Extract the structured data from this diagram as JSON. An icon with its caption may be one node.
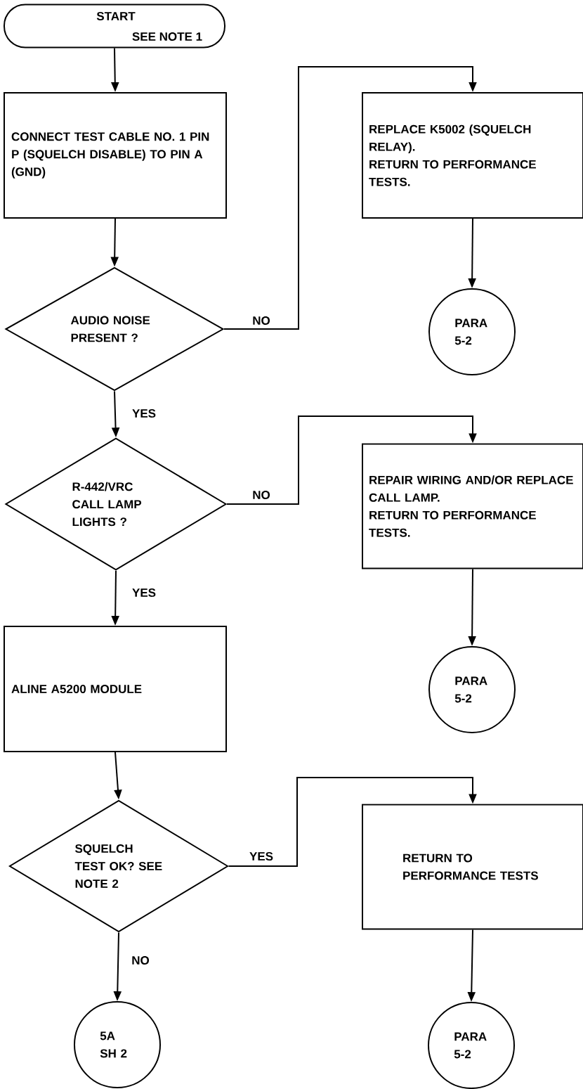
{
  "diagram": {
    "nodes": [
      {
        "text": [
          "START",
          "SEE NOTE 1"
        ]
      },
      {
        "text": [
          "CONNECT TEST CABLE NO. 1 PIN P (SQUELCH DISABLE) TO PIN A (GND)"
        ]
      },
      {
        "text": [
          "AUDIO NOISE PRESENT ?"
        ]
      },
      {
        "text": [
          "REPLACE K5002 (SQUELCH RELAY).",
          "RETURN TO PERFORMANCE TESTS."
        ]
      },
      {
        "text": [
          "PARA 5-2"
        ]
      },
      {
        "text": [
          "R-442/VRC CALL LAMP LIGHTS ?"
        ]
      },
      {
        "text": [
          "REPAIR WIRING AND/OR REPLACE CALL LAMP.",
          "RETURN TO PERFORMANCE TESTS."
        ]
      },
      {
        "text": [
          "PARA 5-2"
        ]
      },
      {
        "text": [
          "ALINE A5200 MODULE"
        ]
      },
      {
        "text": [
          "SQUELCH TEST OK? SEE NOTE 2"
        ]
      },
      {
        "text": [
          "RETURN TO PERFORMANCE TESTS"
        ]
      },
      {
        "text": [
          "5A SH 2"
        ]
      },
      {
        "text": [
          "PARA 5-2"
        ]
      }
    ],
    "edges": [
      {
        "from": 0,
        "to": 1,
        "arrow": "to"
      },
      {
        "from": 1,
        "to": 2,
        "arrow": "to"
      },
      {
        "from": 2,
        "to": 3,
        "label": "NO",
        "arrow": "to"
      },
      {
        "from": 3,
        "to": 4,
        "arrow": "to"
      },
      {
        "from": 2,
        "to": 5,
        "label": "YES",
        "arrow": "to"
      },
      {
        "from": 5,
        "to": 6,
        "label": "NO",
        "arrow": "to"
      },
      {
        "from": 6,
        "to": 7,
        "arrow": "to"
      },
      {
        "from": 5,
        "to": 8,
        "label": "YES",
        "arrow": "to"
      },
      {
        "from": 8,
        "to": 9,
        "arrow": "to"
      },
      {
        "from": 9,
        "to": 10,
        "label": "YES",
        "arrow": "to"
      },
      {
        "from": 10,
        "to": 12,
        "arrow": "to"
      },
      {
        "from": 9,
        "to": 11,
        "label": "NO",
        "arrow": "to"
      }
    ]
  }
}
